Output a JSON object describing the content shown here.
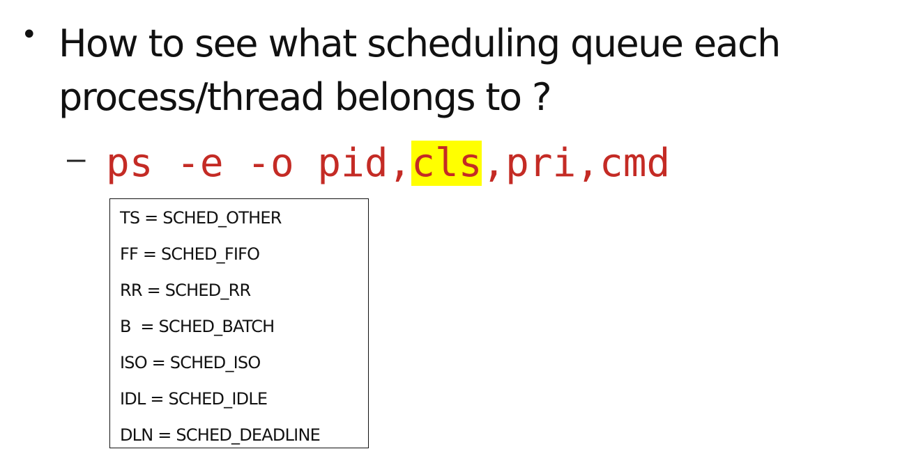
{
  "slide": {
    "bullet_symbol": "•",
    "heading": "How to see what scheduling queue each process/thread belongs to ?",
    "sub_dash": "–",
    "command": {
      "prefix": "ps -e -o pid,",
      "highlight": "cls",
      "suffix": ",pri,cmd"
    },
    "highlight_color": "#ffff00",
    "command_color": "#c42b25",
    "legend": [
      "TS = SCHED_OTHER",
      "FF = SCHED_FIFO",
      "RR = SCHED_RR",
      "B  = SCHED_BATCH",
      "ISO = SCHED_ISO",
      "IDL = SCHED_IDLE",
      "DLN = SCHED_DEADLINE"
    ]
  }
}
